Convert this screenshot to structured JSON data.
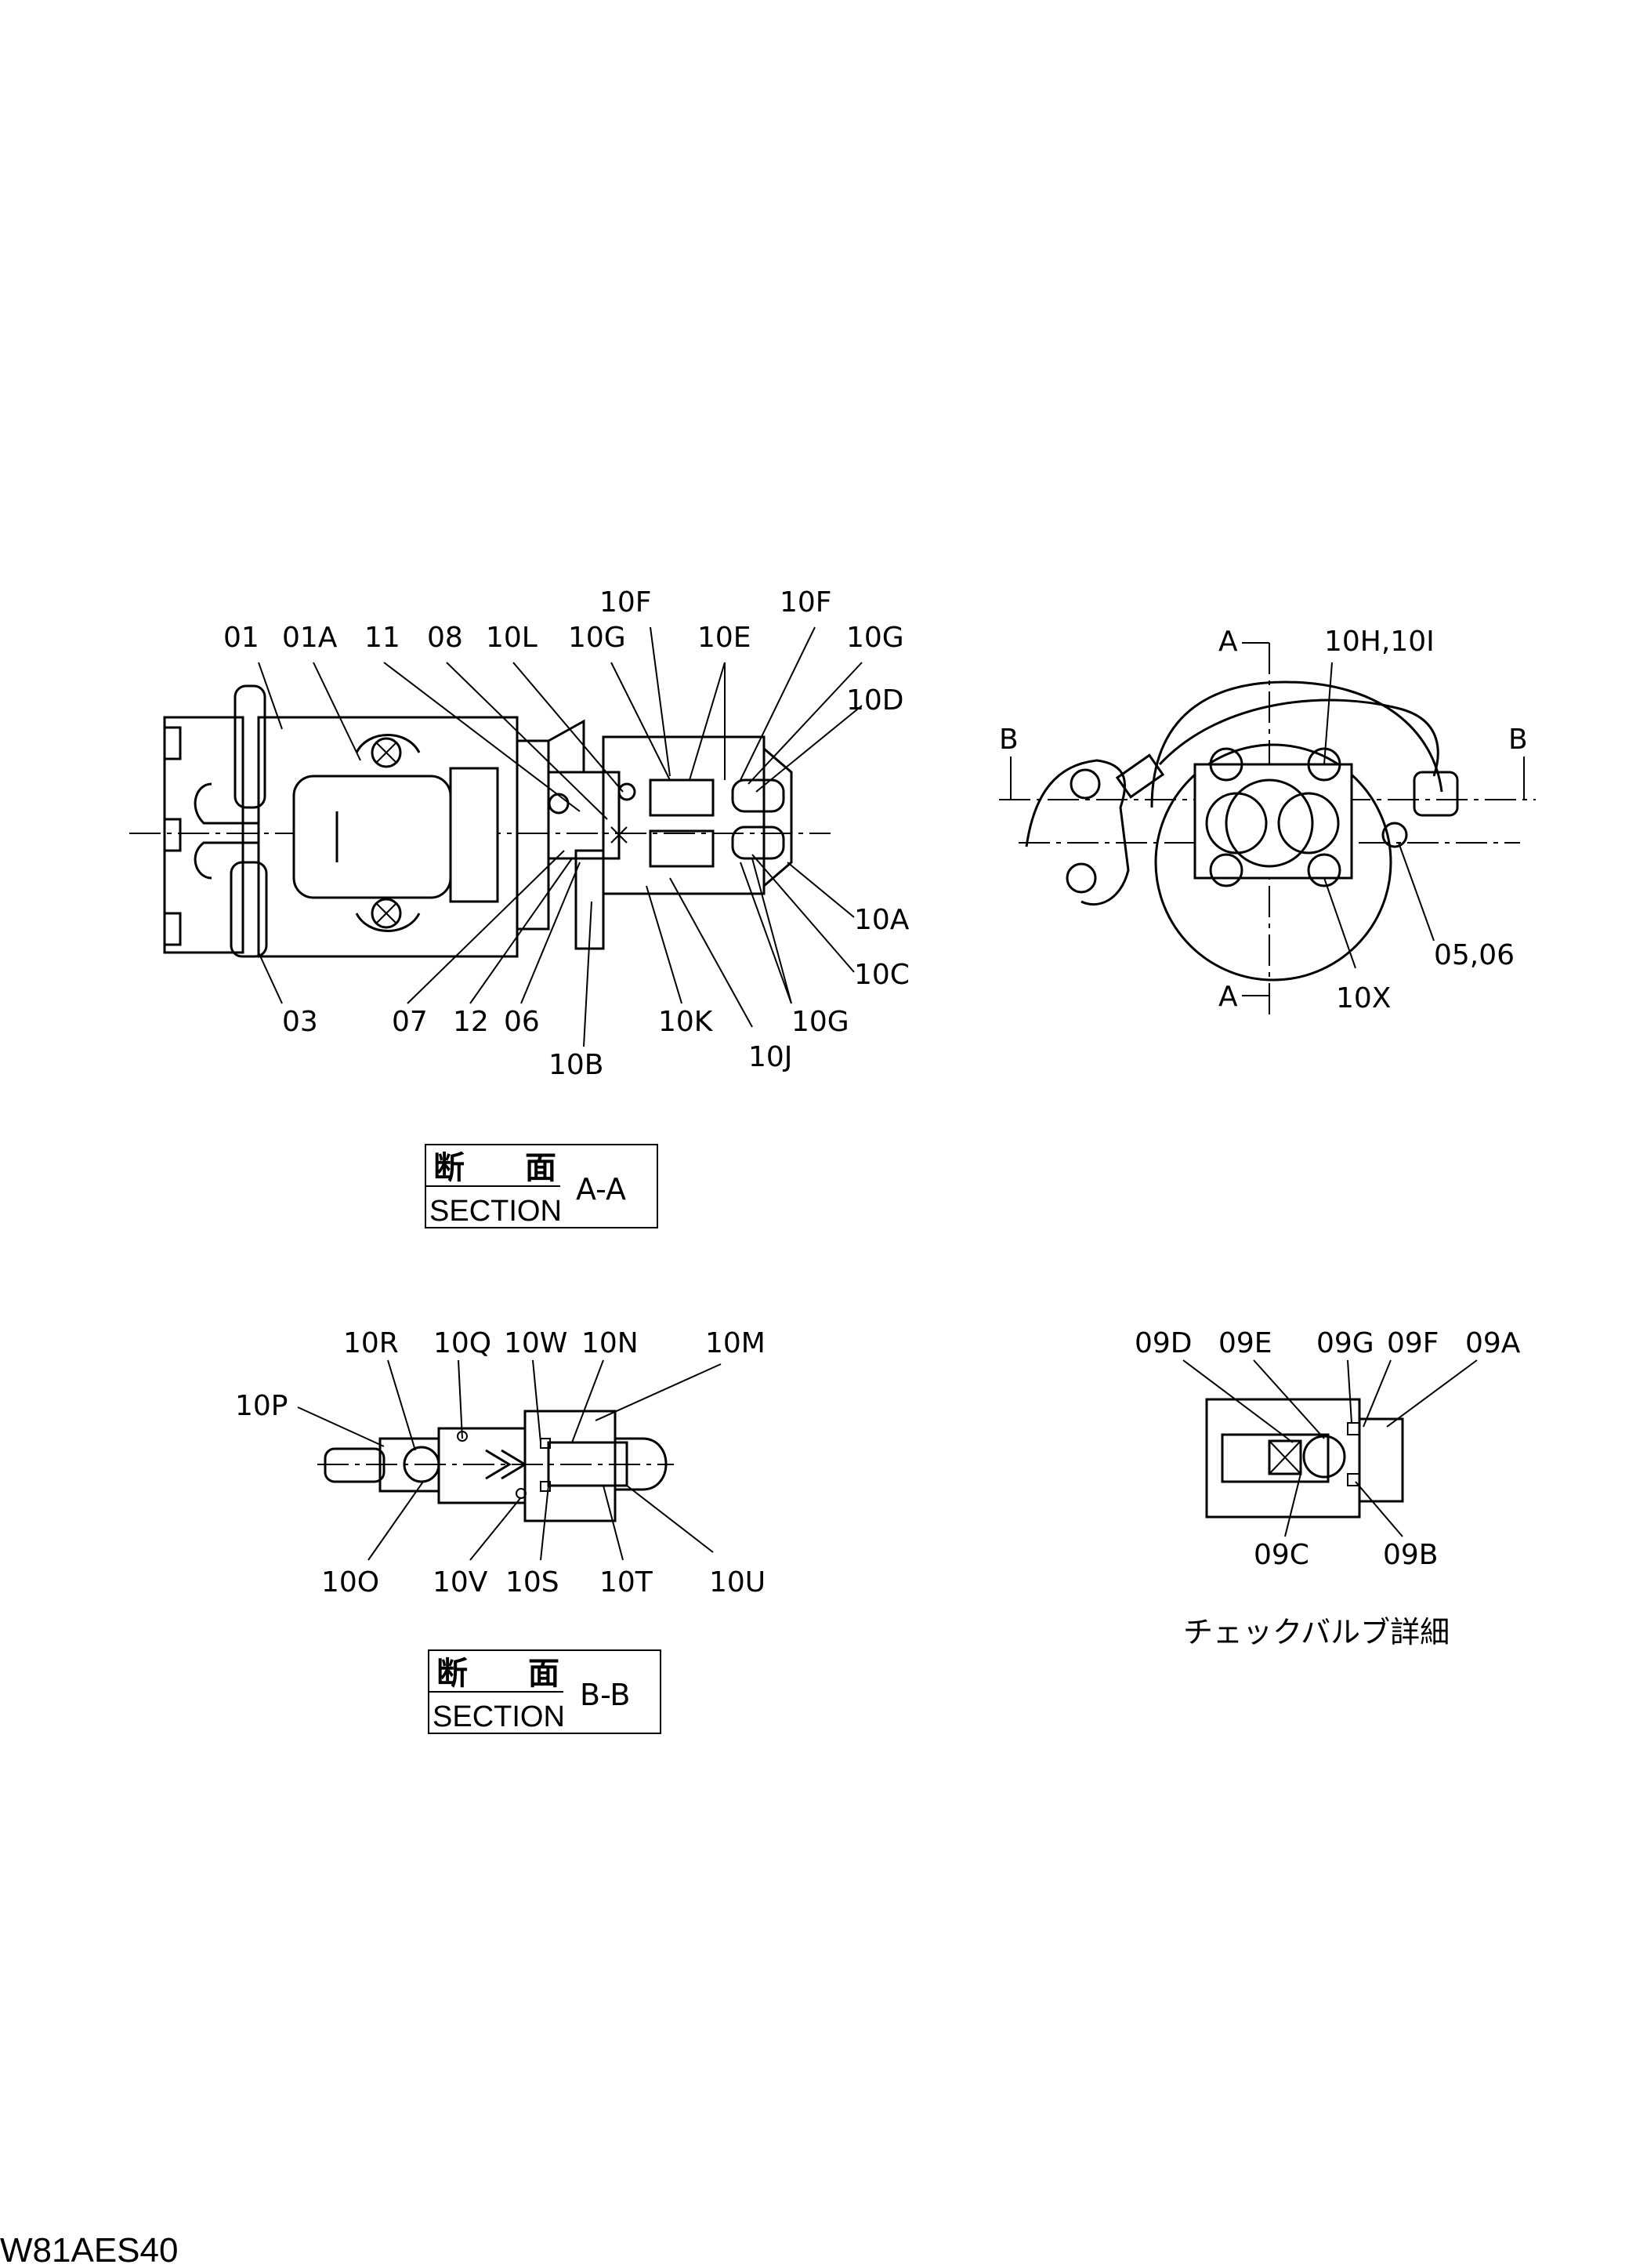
{
  "drawing_id": "W81AES40",
  "section_aa": {
    "callouts_top": [
      "01",
      "01A",
      "11",
      "08",
      "10L",
      "10G",
      "10F",
      "10E",
      "10F",
      "10G",
      "10D"
    ],
    "callouts_bottom": [
      "03",
      "07",
      "12",
      "06",
      "10B",
      "10K",
      "10J",
      "10G",
      "10C",
      "10A"
    ],
    "caption_kanji_1": "断",
    "caption_kanji_2": "面",
    "caption_section": "SECTION",
    "caption_id": "A-A"
  },
  "side_view": {
    "marker_a_top": "A",
    "marker_a_bottom": "A",
    "marker_b_left": "B",
    "marker_b_right": "B",
    "callouts": [
      "10H,10I",
      "05,06",
      "10X"
    ]
  },
  "section_bb": {
    "callouts_top": [
      "10P",
      "10R",
      "10Q",
      "10W",
      "10N",
      "10M"
    ],
    "callouts_bottom": [
      "10O",
      "10V",
      "10S",
      "10T",
      "10U"
    ],
    "caption_kanji_1": "断",
    "caption_kanji_2": "面",
    "caption_section": "SECTION",
    "caption_id": "B-B"
  },
  "check_valve": {
    "callouts_top": [
      "09D",
      "09E",
      "09G",
      "09F",
      "09A"
    ],
    "callouts_bottom": [
      "09C",
      "09B"
    ],
    "title": "チェックバルブ詳細"
  }
}
